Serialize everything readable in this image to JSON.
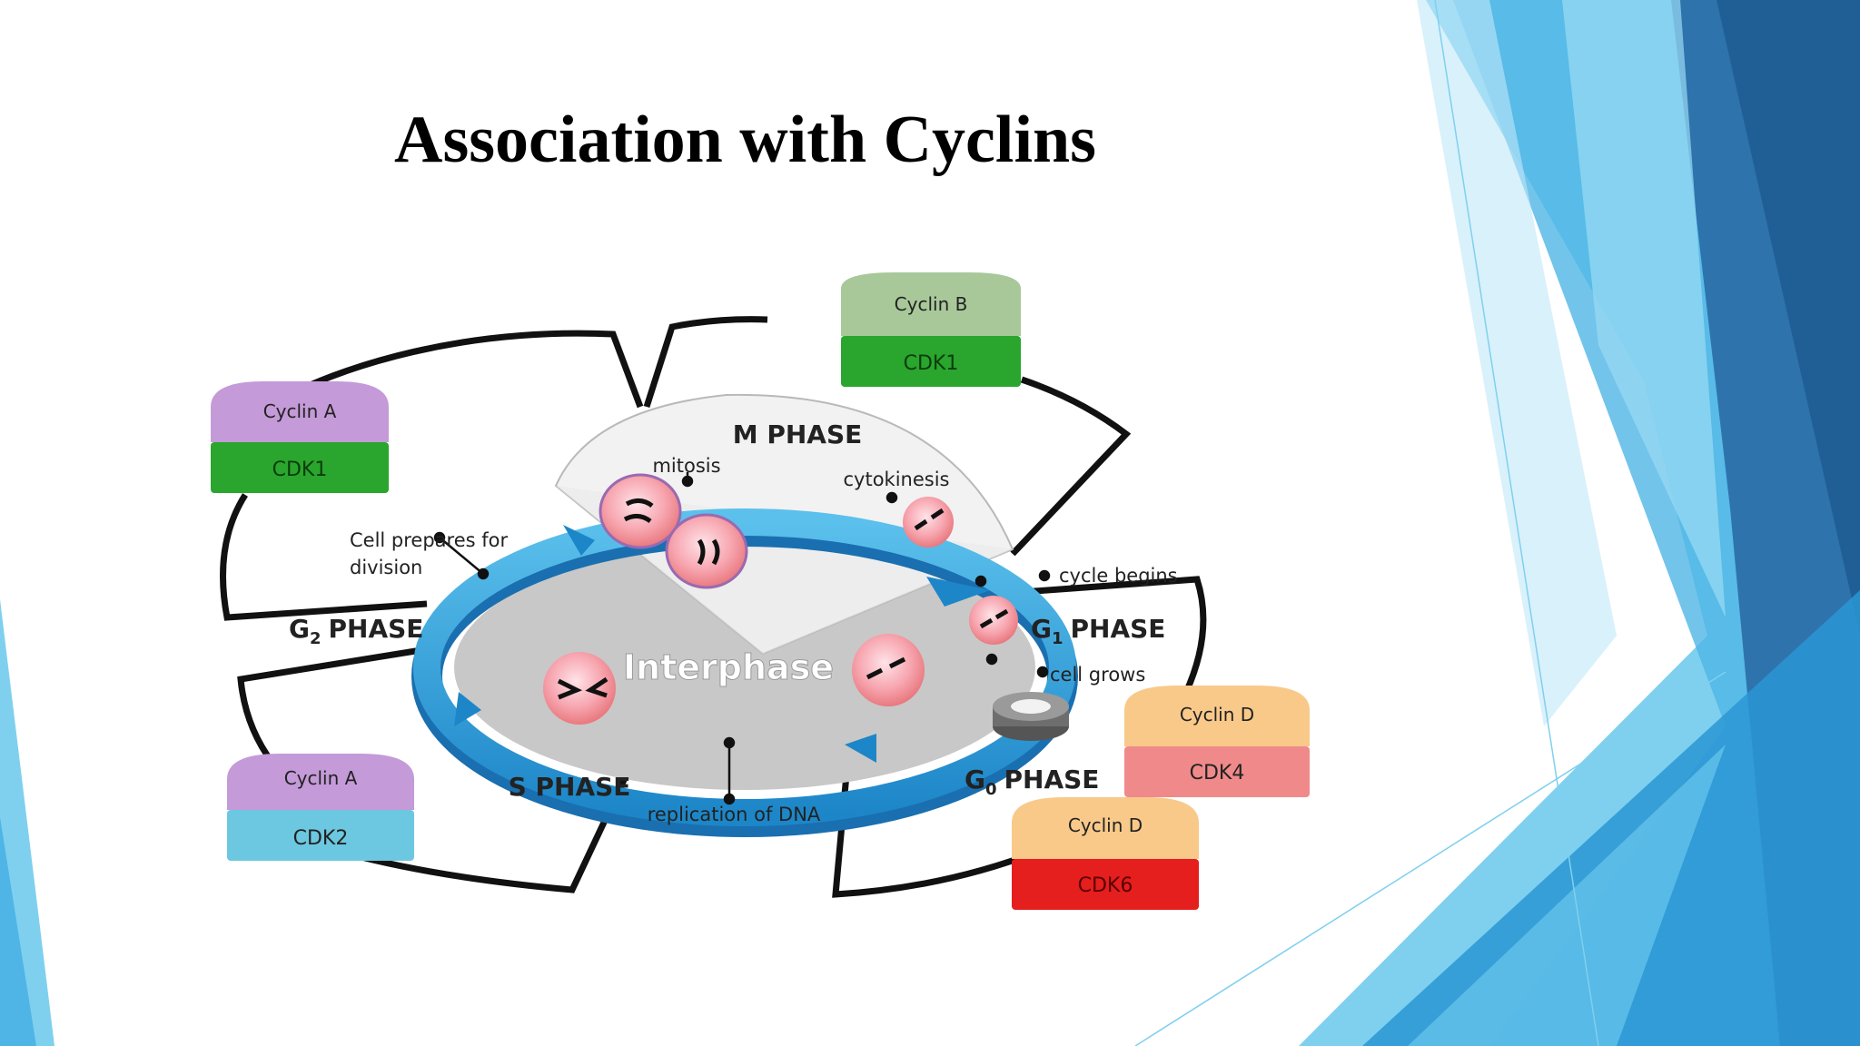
{
  "slide": {
    "title": "Association with Cyclins"
  },
  "diagram": {
    "center_label": "Interphase",
    "phases": {
      "m": "M PHASE",
      "g1": "PHASE",
      "g1_letter": "G",
      "g1_sub": "1",
      "g2": "PHASE",
      "g2_letter": "G",
      "g2_sub": "2",
      "s": "S PHASE",
      "g0": "PHASE",
      "g0_letter": "G",
      "g0_sub": "0"
    },
    "annotations": {
      "mitosis": "mitosis",
      "cytokinesis": "cytokinesis",
      "cycle_begins": "cycle begins",
      "cell_grows": "cell grows",
      "replication": "replication of DNA",
      "prepares_line1": "Cell prepares for",
      "prepares_line2": "division"
    },
    "complexes": [
      {
        "cyclin": "Cyclin B",
        "cdk": "CDK1",
        "cyclin_color": "#a8c89a",
        "cdk_color": "#2aa52e"
      },
      {
        "cyclin": "Cyclin A",
        "cdk": "CDK1",
        "cyclin_color": "#c49ad8",
        "cdk_color": "#2aa52e"
      },
      {
        "cyclin": "Cyclin A",
        "cdk": "CDK2",
        "cyclin_color": "#c49ad8",
        "cdk_color": "#6cc8e0"
      },
      {
        "cyclin": "Cyclin D",
        "cdk": "CDK4",
        "cyclin_color": "#f9c98a",
        "cdk_color": "#f08a8a"
      },
      {
        "cyclin": "Cyclin D",
        "cdk": "CDK6",
        "cyclin_color": "#f9c98a",
        "cdk_color": "#e51e1e"
      }
    ]
  }
}
